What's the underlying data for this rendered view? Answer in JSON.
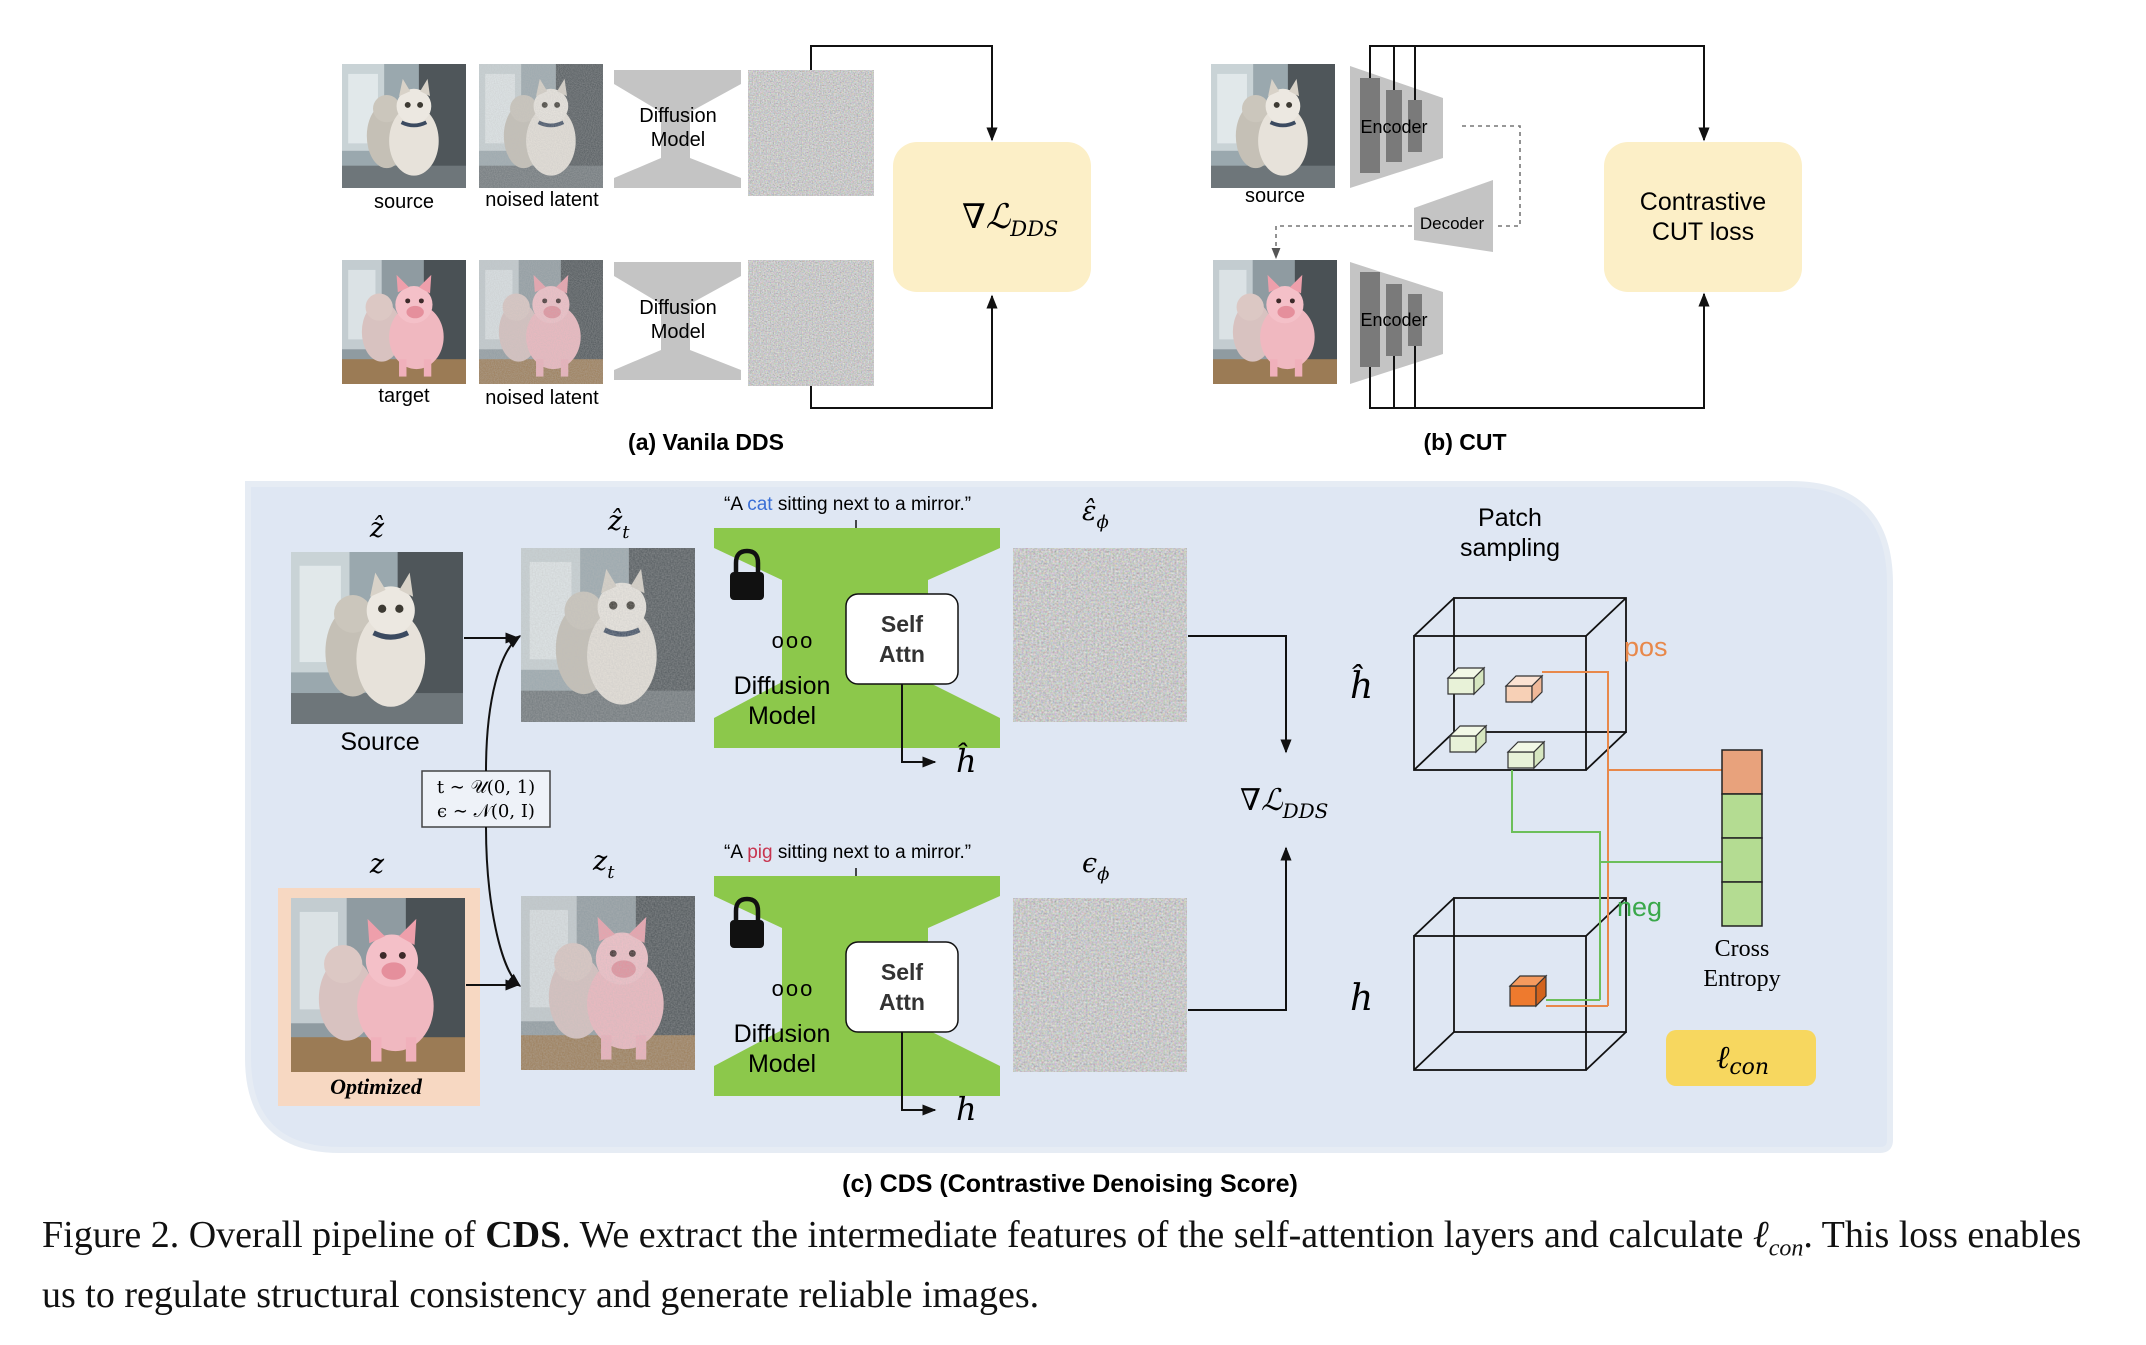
{
  "panel_a": {
    "title": "(a) Vanila DDS",
    "source_label": "source",
    "target_label": "target",
    "noised_label": "noised latent",
    "model_label": [
      "Diffusion",
      "Model"
    ],
    "loss_label": "∇ℒ",
    "loss_sub": "DDS"
  },
  "panel_b": {
    "title": "(b) CUT",
    "source_label": "source",
    "encoder_label": "Encoder",
    "decoder_label": "Decoder",
    "loss_label": [
      "Contrastive",
      "CUT loss"
    ]
  },
  "panel_c": {
    "title": "(c) CDS (Contrastive Denoising Score)",
    "z_hat": "ẑ",
    "z_hat_t": "ẑ",
    "t_sub": "t",
    "z": "z",
    "z_t": "z",
    "eps_hat": "ε̂",
    "eps": "ϵ",
    "phi_sub": "ϕ",
    "source_label": "Source",
    "optimized_label": "Optimized",
    "sampling_line1": "t ∼ 𝒰(0, 1)",
    "sampling_line2": "ϵ ∼ 𝒩(0, I)",
    "prompt_top": {
      "before": "“A ",
      "word": "cat",
      "after": " sitting next to a mirror.”"
    },
    "prompt_bottom": {
      "before": "“A ",
      "word": "pig",
      "after": " sitting next to a mirror.”"
    },
    "model_label": [
      "Diffusion",
      "Model"
    ],
    "attn_label": [
      "Self",
      "Attn"
    ],
    "dots": "ooo",
    "h_hat": "ĥ",
    "h": "h",
    "grad_label": "∇ℒ",
    "grad_sub": "DDS",
    "patch_label": [
      "Patch",
      "sampling"
    ],
    "pos_label": "pos",
    "neg_label": "neg",
    "ce_label": [
      "Cross",
      "Entropy"
    ],
    "lcon_label": "ℓ",
    "lcon_sub": "con"
  },
  "caption": {
    "prefix": "Figure 2. Overall pipeline of ",
    "bold": "CDS",
    "middle": ". We extract the intermediate features of the self-attention layers and calculate ",
    "sym": "ℓ",
    "sym_sub": "con",
    "suffix": ". This loss enables us to regulate structural consistency and generate reliable images."
  },
  "colors": {
    "diffusion_gray": "#c4c4c4",
    "diffusion_green": "#8cc84b",
    "loss_box": "#fcefc7",
    "panel_bg": "#dfe7f3",
    "lcon_box": "#f7d75f",
    "pos": "#e8884a",
    "neg": "#6cbf5a",
    "cat_word": "#3a6fd6",
    "pig_word": "#c8344f"
  }
}
